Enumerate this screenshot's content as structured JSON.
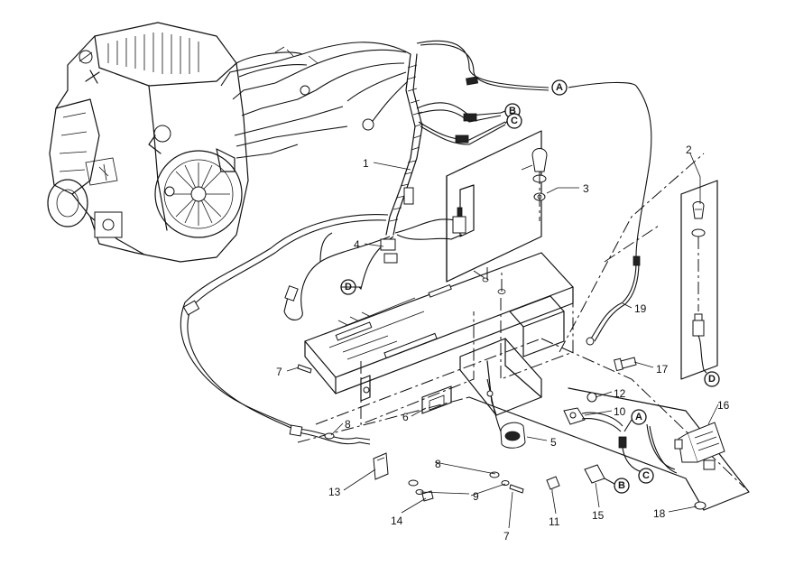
{
  "part_numbers": [
    "1",
    "2",
    "3",
    "4",
    "5",
    "6",
    "7",
    "7",
    "8",
    "8",
    "9",
    "10",
    "11",
    "12",
    "13",
    "14",
    "15",
    "16",
    "17",
    "18",
    "19"
  ],
  "connector_letters": [
    "A",
    "B",
    "C",
    "D",
    "D",
    "A",
    "B",
    "C"
  ]
}
